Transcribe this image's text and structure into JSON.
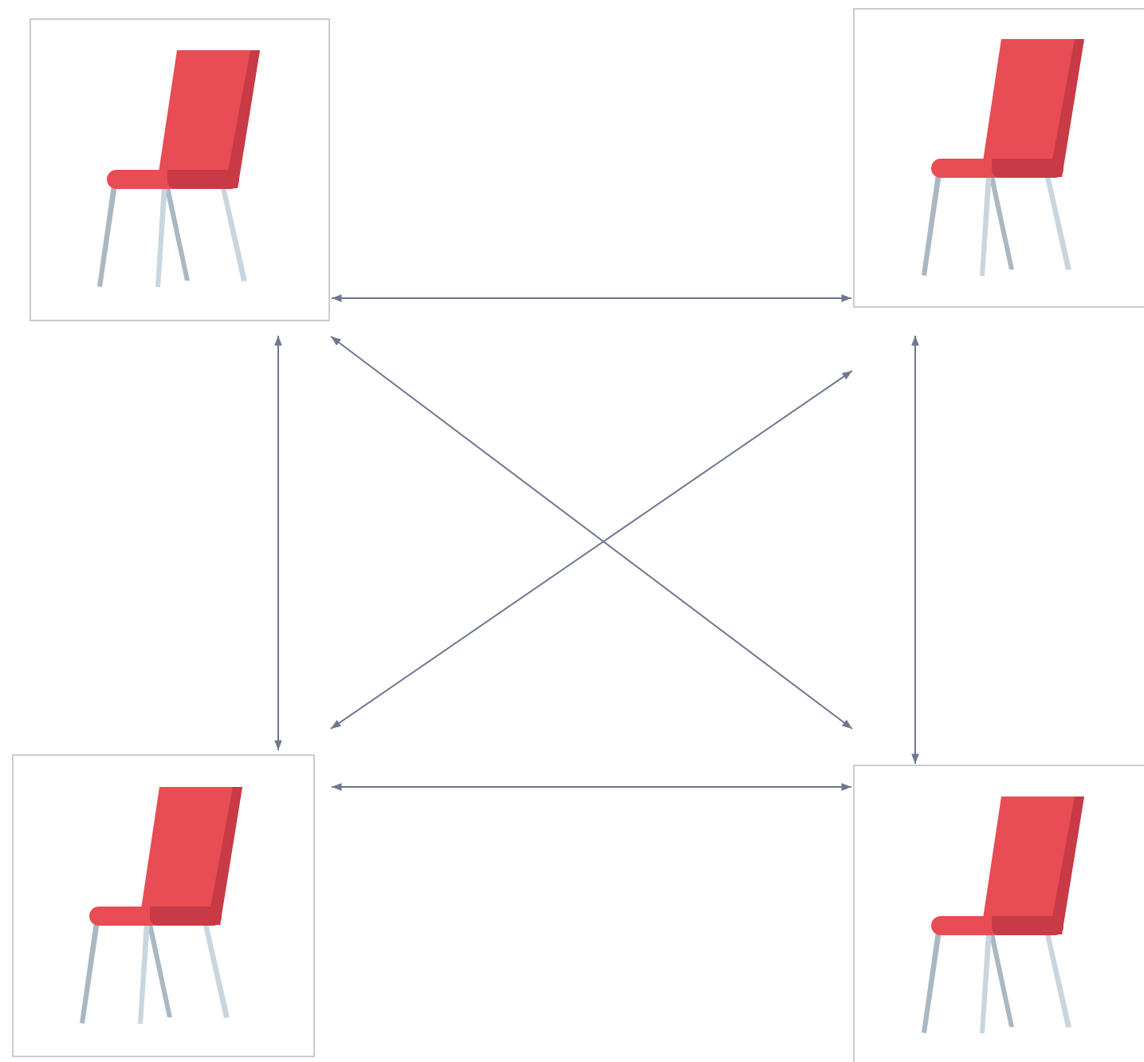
{
  "diagram": {
    "type": "network",
    "nodes": [
      {
        "id": "chair-top-left",
        "icon": "chair-icon"
      },
      {
        "id": "chair-top-right",
        "icon": "chair-icon"
      },
      {
        "id": "chair-bottom-left",
        "icon": "chair-icon"
      },
      {
        "id": "chair-bottom-right",
        "icon": "chair-icon"
      }
    ],
    "edges": [
      {
        "from": "chair-top-left",
        "to": "chair-top-right",
        "direction": "both"
      },
      {
        "from": "chair-top-left",
        "to": "chair-bottom-left",
        "direction": "both"
      },
      {
        "from": "chair-top-right",
        "to": "chair-bottom-right",
        "direction": "both"
      },
      {
        "from": "chair-bottom-left",
        "to": "chair-bottom-right",
        "direction": "both"
      },
      {
        "from": "chair-top-left",
        "to": "chair-bottom-right",
        "direction": "both"
      },
      {
        "from": "chair-top-right",
        "to": "chair-bottom-left",
        "direction": "both"
      }
    ],
    "colors": {
      "seat_main": "#e84c55",
      "seat_shadow": "#c83a45",
      "leg_light": "#c9d6df",
      "leg_dark": "#a9b8c3",
      "connector": "#6f7890",
      "frame_border": "#b8bcc4"
    }
  }
}
